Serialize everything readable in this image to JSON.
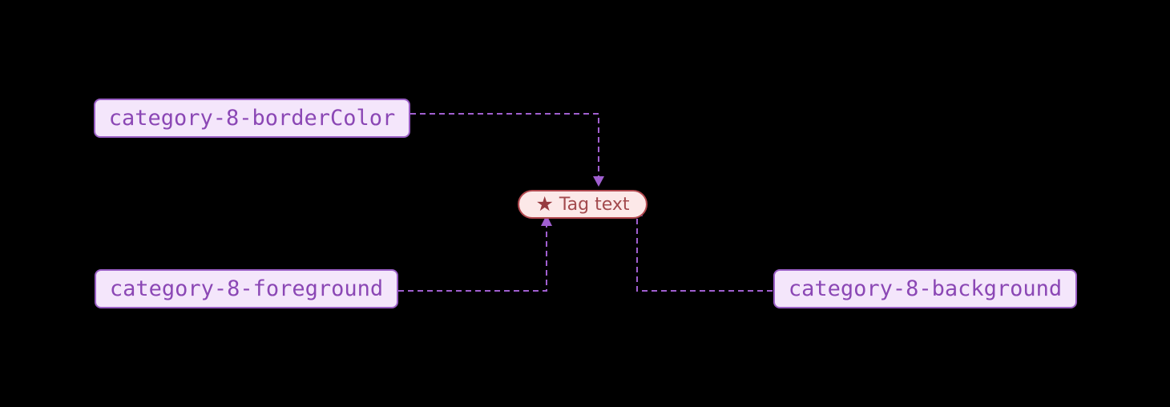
{
  "diagram": {
    "background_color": "#000000",
    "nodes": [
      {
        "id": "borderColor",
        "label": "category-8-borderColor"
      },
      {
        "id": "foreground",
        "label": "category-8-foreground"
      },
      {
        "id": "background",
        "label": "category-8-background"
      }
    ],
    "tag": {
      "label": "Tag text",
      "icon": "star-icon",
      "star_glyph": "★"
    },
    "edges": [
      {
        "from": "category-8-borderColor",
        "to": "Tag text",
        "style": "dashed",
        "arrow": "into-tag-top"
      },
      {
        "from": "category-8-foreground",
        "to": "Tag text",
        "style": "dashed",
        "arrow": "into-tag-bottom"
      },
      {
        "from": "category-8-background",
        "to": "Tag text",
        "style": "dashed",
        "arrow": "into-tag-right"
      }
    ],
    "colors": {
      "key_node_fill": "#f4e6fb",
      "key_node_border": "#9a5fc5",
      "key_node_text": "#8b47b5",
      "edge_stroke": "#a05fd0",
      "tag_fill": "#fce8e8",
      "tag_border": "#b34a50",
      "tag_text": "#a34a4e",
      "tag_star": "#973a40"
    }
  }
}
